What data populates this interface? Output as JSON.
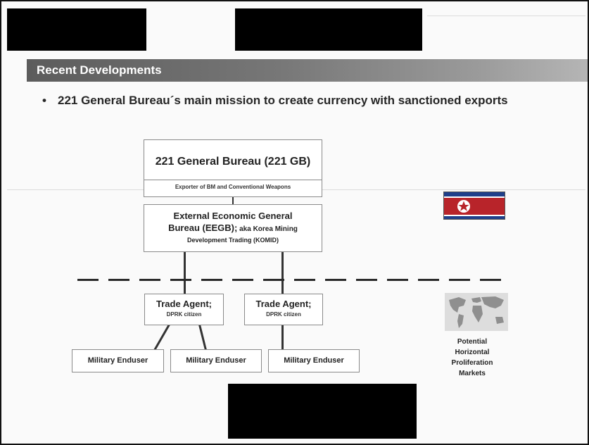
{
  "header": {
    "title": "Recent Developments"
  },
  "bullet": {
    "marker": "•",
    "text": "221 General Bureau´s main mission to create currency with sanctioned exports"
  },
  "diagram": {
    "top_box": {
      "title": "221 General Bureau (221 GB)",
      "subtitle": "Exporter of BM and Conventional Weapons"
    },
    "eegb_box": {
      "title_line1": "External Economic General",
      "title_line2_bold": "Bureau (EEGB);",
      "title_line2_small": " aka Korea Mining",
      "title_line3": "Development Trading (KOMID)"
    },
    "trade_agents": [
      {
        "title": "Trade Agent;",
        "subtitle": "DPRK citizen"
      },
      {
        "title": "Trade Agent;",
        "subtitle": "DPRK citizen"
      }
    ],
    "endusers": [
      {
        "label": "Military Enduser"
      },
      {
        "label": "Military Enduser"
      },
      {
        "label": "Military Enduser"
      }
    ],
    "markets_label": [
      "Potential",
      "Horizontal",
      "Proliferation",
      "Markets"
    ]
  },
  "colors": {
    "banner": "#6b6b6b",
    "flag_blue": "#1f3f8a",
    "flag_red": "#b8242a",
    "redaction": "#000000"
  },
  "icons": {
    "flag": "north-korea-flag-icon",
    "map": "world-map-icon"
  }
}
